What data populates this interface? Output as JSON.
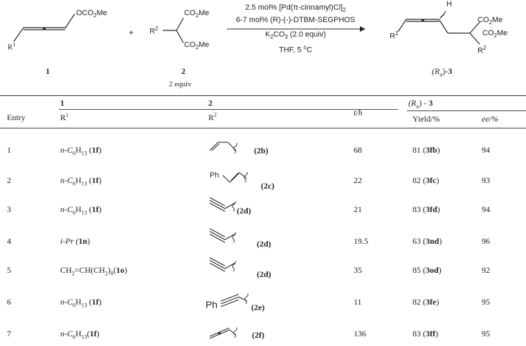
{
  "scheme": {
    "r1_label": "R",
    "r1_sup": "1",
    "ester": "OCO",
    "ester_sub": "2",
    "ester_end": "Me",
    "plus": "+",
    "r2_label": "R",
    "r2_sup": "2",
    "co2me_top": "CO",
    "co2me_sub": "2",
    "co2me_end": "Me",
    "cond_line1": "2.5 mol% [Pd(π-cinnamyl)Cl]",
    "cond_line1_sub": "2",
    "cond_line2": "6-7 mol% (R)-(-)-DTBM-SEGPHOS",
    "cond_line3": "K",
    "cond_line3_sub": "2",
    "cond_line3_mid": "CO",
    "cond_line3_sub2": "3",
    "cond_line3_end": " (2.0 equiv)",
    "cond_line4": "THF, 5 ",
    "cond_line4_sup": "o",
    "cond_line4_end": "C",
    "h_label": "H",
    "compound1": "1",
    "compound2": "2",
    "equiv": "2 equiv",
    "product_pre": "(R",
    "product_sub": "a",
    "product_post": ")-",
    "product_num": "3"
  },
  "table": {
    "header": {
      "entry": "Entry",
      "col1": "1",
      "col2": "2",
      "r1": "R",
      "r1_sup": "1",
      "r2": "R",
      "r2_sup": "2",
      "time": "t/h",
      "product_pre": "(R",
      "product_sub": "a",
      "product_post": ")  - ",
      "product_num": "3",
      "yield": "Yield/%",
      "ee": "ee/%"
    },
    "rows": [
      {
        "entry": "1",
        "r1_a": "n-C",
        "r1_s1": "6",
        "r1_b": "H",
        "r1_s2": "13",
        "r1_c": " (",
        "r1_num": "1f",
        "r1_d": ")",
        "r2_label": "(2b)",
        "r2_pre": "",
        "time": "68",
        "yield_val": "81 (",
        "yield_code": "3fb",
        "yield_end": ")",
        "ee": "94"
      },
      {
        "entry": "2",
        "r1_a": "n-C",
        "r1_s1": "6",
        "r1_b": "H",
        "r1_s2": "13",
        "r1_c": " (",
        "r1_num": "1f",
        "r1_d": ")",
        "r2_label": "(2c)",
        "r2_pre": "Ph",
        "time": "22",
        "yield_val": "82 (",
        "yield_code": "3fc",
        "yield_end": ")",
        "ee": "93"
      },
      {
        "entry": "3",
        "r1_a": "n-C",
        "r1_s1": "6",
        "r1_b": "H",
        "r1_s2": "13",
        "r1_c": " (",
        "r1_num": "1f",
        "r1_d": ")",
        "r2_label": "(2d)",
        "r2_pre": "",
        "time": "21",
        "yield_val": "83 (",
        "yield_code": "3fd",
        "yield_end": ")",
        "ee": "94"
      },
      {
        "entry": "4",
        "r1_a": "i-Pr (",
        "r1_s1": "",
        "r1_b": "",
        "r1_s2": "",
        "r1_c": "",
        "r1_num": "1n",
        "r1_d": ")",
        "r2_label": "(2d)",
        "r2_pre": "",
        "time": "19.5",
        "yield_val": "63 (",
        "yield_code": "3nd",
        "yield_end": ")",
        "ee": "96"
      },
      {
        "entry": "5",
        "r1_a": "CH",
        "r1_s1": "2",
        "r1_b": "=CH(CH",
        "r1_s2": "2",
        "r1_c": ")",
        "r1_s3": "8",
        "r1_c2": "(",
        "r1_num": "1o",
        "r1_d": ")",
        "r2_label": "(2d)",
        "r2_pre": "",
        "time": "35",
        "yield_val": "85 (",
        "yield_code": "3od",
        "yield_end": ")",
        "ee": "92"
      },
      {
        "entry": "6",
        "r1_a": "n-C",
        "r1_s1": "6",
        "r1_b": "H",
        "r1_s2": "13",
        "r1_c": " (",
        "r1_num": "1f",
        "r1_d": ")",
        "r2_label": "(2e)",
        "r2_pre": "Ph",
        "time": "11",
        "yield_val": "82 (",
        "yield_code": "3fe",
        "yield_end": ")",
        "ee": "95"
      },
      {
        "entry": "7",
        "r1_a": "n-C",
        "r1_s1": "6",
        "r1_b": "H",
        "r1_s2": "13",
        "r1_c": "(",
        "r1_num": "1f",
        "r1_d": ")",
        "r2_label": "(2f)",
        "r2_pre": "",
        "time": "136",
        "yield_val": "83 (",
        "yield_code": "3ff",
        "yield_end": ")",
        "ee": "95"
      }
    ]
  }
}
